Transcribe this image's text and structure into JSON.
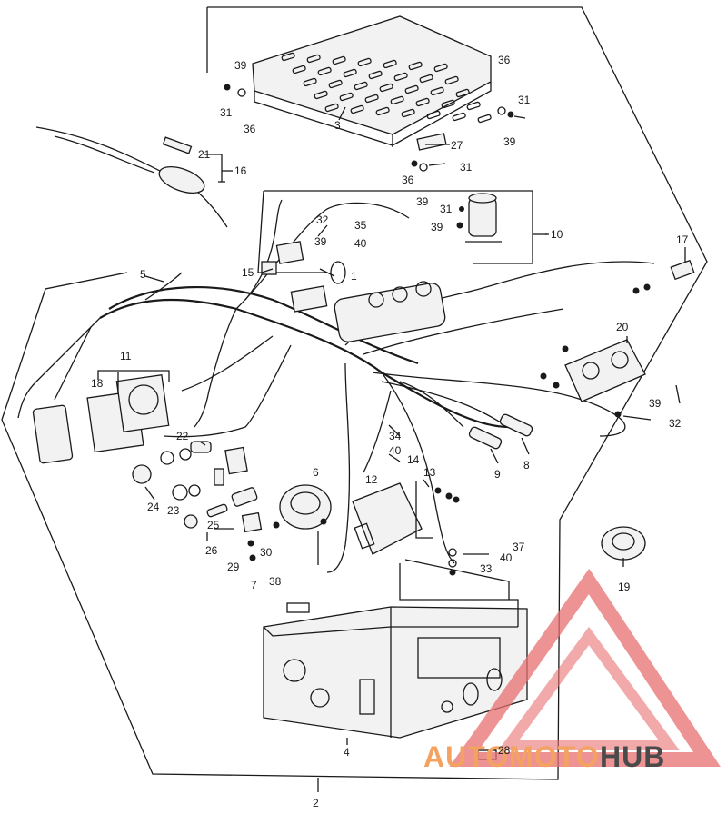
{
  "diagram": {
    "callouts": [
      {
        "id": "c1",
        "text": "1"
      },
      {
        "id": "c2",
        "text": "2"
      },
      {
        "id": "c3",
        "text": "3"
      },
      {
        "id": "c4",
        "text": "4"
      },
      {
        "id": "c5",
        "text": "5"
      },
      {
        "id": "c6",
        "text": "6"
      },
      {
        "id": "c7",
        "text": "7"
      },
      {
        "id": "c8",
        "text": "8"
      },
      {
        "id": "c9",
        "text": "9"
      },
      {
        "id": "c10",
        "text": "10"
      },
      {
        "id": "c11",
        "text": "11"
      },
      {
        "id": "c12",
        "text": "12"
      },
      {
        "id": "c13",
        "text": "13"
      },
      {
        "id": "c14",
        "text": "14"
      },
      {
        "id": "c15",
        "text": "15"
      },
      {
        "id": "c16",
        "text": "16"
      },
      {
        "id": "c17",
        "text": "17"
      },
      {
        "id": "c18",
        "text": "18"
      },
      {
        "id": "c19",
        "text": "19"
      },
      {
        "id": "c20",
        "text": "20"
      },
      {
        "id": "c21",
        "text": "21"
      },
      {
        "id": "c22",
        "text": "22"
      },
      {
        "id": "c23",
        "text": "23"
      },
      {
        "id": "c24",
        "text": "24"
      },
      {
        "id": "c25",
        "text": "25"
      },
      {
        "id": "c26",
        "text": "26"
      },
      {
        "id": "c27",
        "text": "27"
      },
      {
        "id": "c28",
        "text": "28"
      },
      {
        "id": "c29",
        "text": "29"
      },
      {
        "id": "c30",
        "text": "30"
      },
      {
        "id": "c31a",
        "text": "31"
      },
      {
        "id": "c31b",
        "text": "31"
      },
      {
        "id": "c31c",
        "text": "31"
      },
      {
        "id": "c31d",
        "text": "31"
      },
      {
        "id": "c32a",
        "text": "32"
      },
      {
        "id": "c32b",
        "text": "32"
      },
      {
        "id": "c33",
        "text": "33"
      },
      {
        "id": "c34",
        "text": "34"
      },
      {
        "id": "c35",
        "text": "35"
      },
      {
        "id": "c36a",
        "text": "36"
      },
      {
        "id": "c36b",
        "text": "36"
      },
      {
        "id": "c36c",
        "text": "36"
      },
      {
        "id": "c37",
        "text": "37"
      },
      {
        "id": "c38",
        "text": "38"
      },
      {
        "id": "c39a",
        "text": "39"
      },
      {
        "id": "c39b",
        "text": "39"
      },
      {
        "id": "c39c",
        "text": "39"
      },
      {
        "id": "c39d",
        "text": "39"
      },
      {
        "id": "c39e",
        "text": "39"
      },
      {
        "id": "c39f",
        "text": "39"
      },
      {
        "id": "c40a",
        "text": "40"
      },
      {
        "id": "c40b",
        "text": "40"
      },
      {
        "id": "c40c",
        "text": "40"
      }
    ]
  },
  "watermark": {
    "part1": "AUTOMOTO",
    "part2": "HUB",
    "color1": "#f4a261",
    "color2": "#4a4a4a",
    "triangle_color": "#e76f6f"
  }
}
